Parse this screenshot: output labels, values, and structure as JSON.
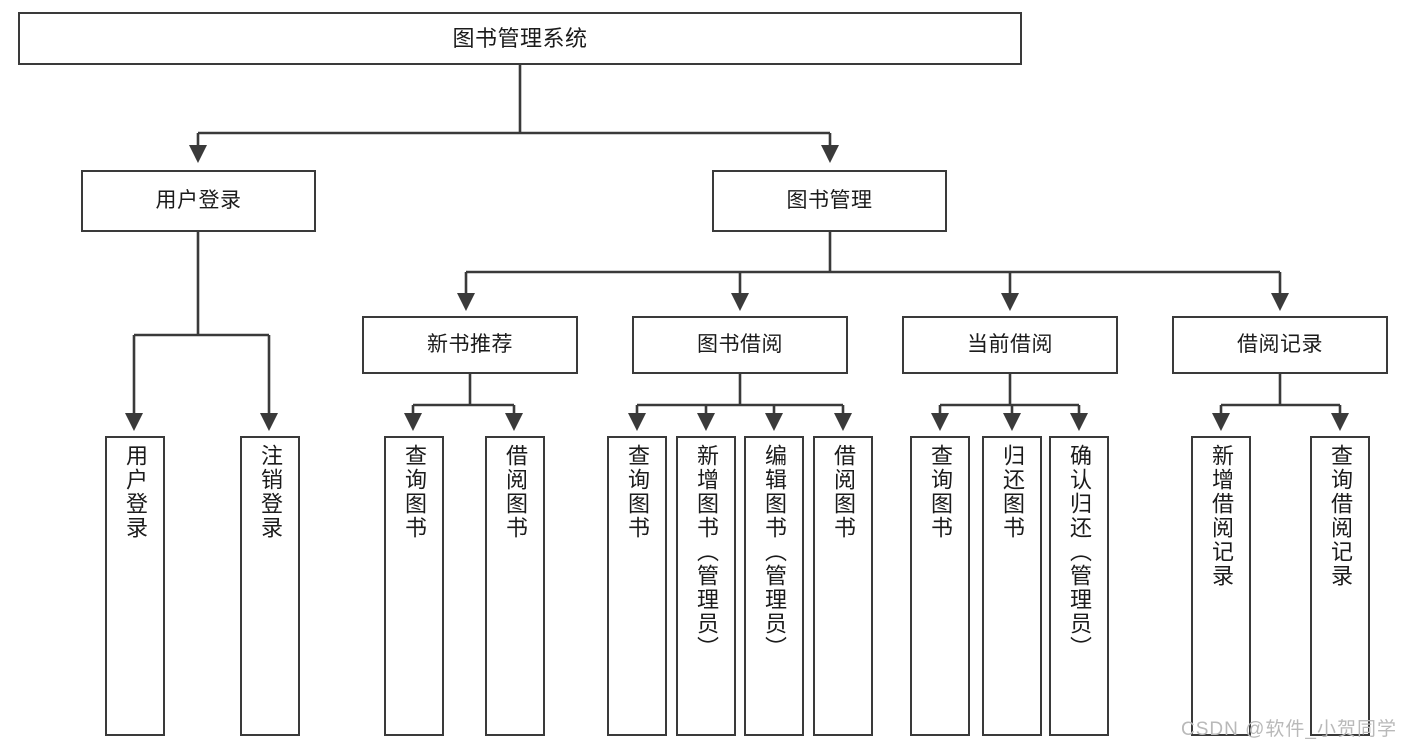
{
  "diagram": {
    "title": "图书管理系统",
    "type": "tree",
    "stroke_color": "#3a3a3a",
    "fill_color": "#ffffff",
    "text_color": "#1b1b1b"
  },
  "root": {
    "label": "图书管理系统"
  },
  "level2": [
    {
      "label": "用户登录"
    },
    {
      "label": "图书管理"
    }
  ],
  "level3": [
    {
      "label": "新书推荐"
    },
    {
      "label": "图书借阅"
    },
    {
      "label": "当前借阅"
    },
    {
      "label": "借阅记录"
    }
  ],
  "leaves": {
    "user_login": [
      {
        "label": "用户登录"
      },
      {
        "label": "注销登录"
      }
    ],
    "new_book_recommend": [
      {
        "label": "查询图书"
      },
      {
        "label": "借阅图书"
      }
    ],
    "book_borrow": [
      {
        "label": "查询图书"
      },
      {
        "label": "新增图书（管理员）"
      },
      {
        "label": "编辑图书（管理员）"
      },
      {
        "label": "借阅图书"
      }
    ],
    "current_borrow": [
      {
        "label": "查询图书"
      },
      {
        "label": "归还图书"
      },
      {
        "label": "确认归还（管理员）"
      }
    ],
    "borrow_record": [
      {
        "label": "新增借阅记录"
      },
      {
        "label": "查询借阅记录"
      }
    ]
  },
  "watermark": {
    "text": "CSDN @软件_小贺同学"
  }
}
